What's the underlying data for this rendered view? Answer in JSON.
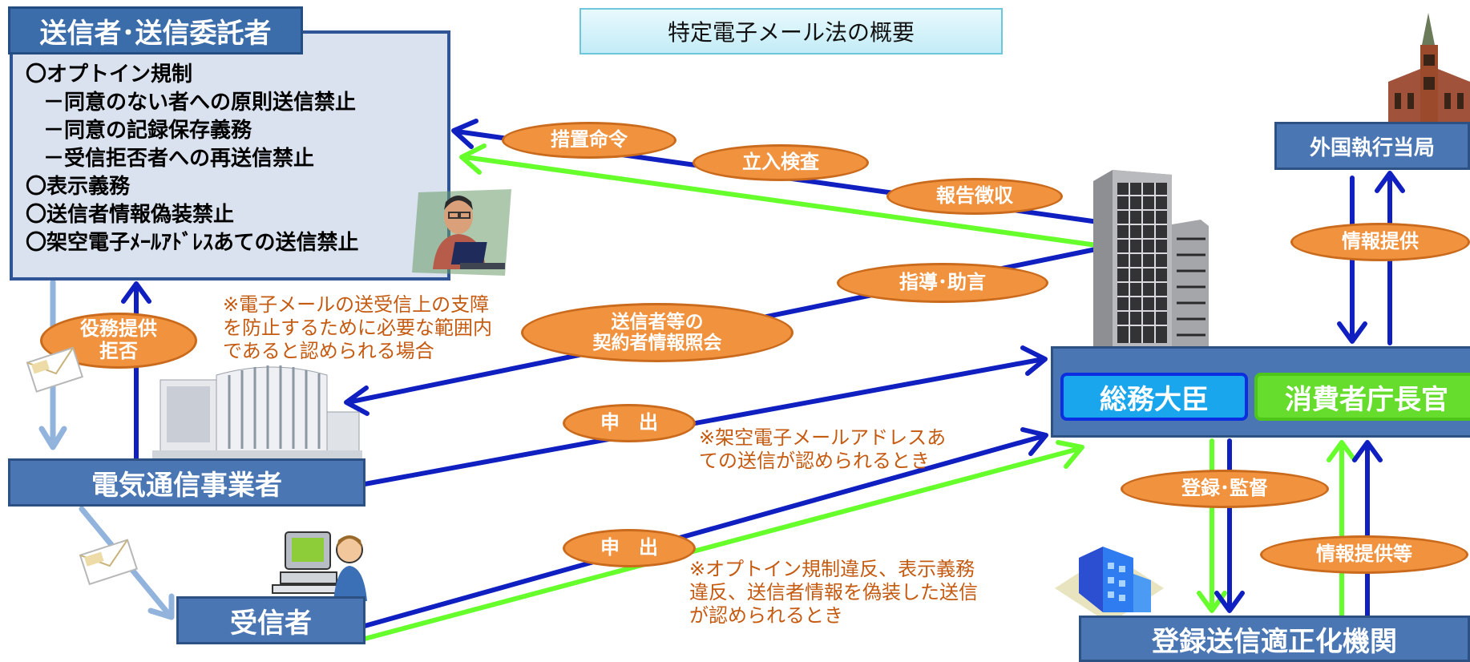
{
  "title": "特定電子メール法の概要",
  "sender": {
    "header": "送信者･送信委託者",
    "rules": [
      "〇オプトイン規制",
      "－同意のない者への原則送信禁止",
      "－同意の記録保存義務",
      "－受信拒否者への再送信禁止",
      "〇表示義務",
      "〇送信者情報偽装禁止",
      "〇架空電子ﾒｰﾙｱﾄﾞﾚｽあての送信禁止"
    ]
  },
  "carrier": "電気通信事業者",
  "receiver": "受信者",
  "foreign_authority": "外国執行当局",
  "minister": "総務大臣",
  "consumer_agency": "消費者庁長官",
  "registered_body": "登録送信適正化機関",
  "ovals": {
    "measures_order": "措置命令",
    "inspection": "立入検査",
    "report": "報告徴収",
    "guidance": "指導･助言",
    "contract_inquiry": "送信者等の\n契約者情報照会",
    "service_refusal": "役務提供\n拒否",
    "report_carrier": "申　出",
    "report_receiver": "申　出",
    "info_provision": "情報提供",
    "registration": "登録･監督",
    "info_provision_etc": "情報提供等"
  },
  "notes": {
    "refusal": "※電子メールの送受信上の支障\nを防止するために必要な範囲内\nであると認められる場合",
    "fake_address": "※架空電子メールアドレスあ\nての送信が認められるとき",
    "optin_violation": "※オプトイン規制違反、表示義務\n違反、送信者情報を偽装した送信\nが認められるとき"
  },
  "colors": {
    "blue_arrow": "#0f1fc0",
    "green_arrow": "#66ff2c",
    "light_arrow": "#92b4dc",
    "oval": "#f0923e",
    "note": "#c55a11"
  },
  "icons": [
    "person-laptop-icon",
    "building-icon",
    "office-tower-icon",
    "church-icon",
    "blue-building-icon",
    "receiver-computer-icon",
    "mail-envelope-icon"
  ]
}
